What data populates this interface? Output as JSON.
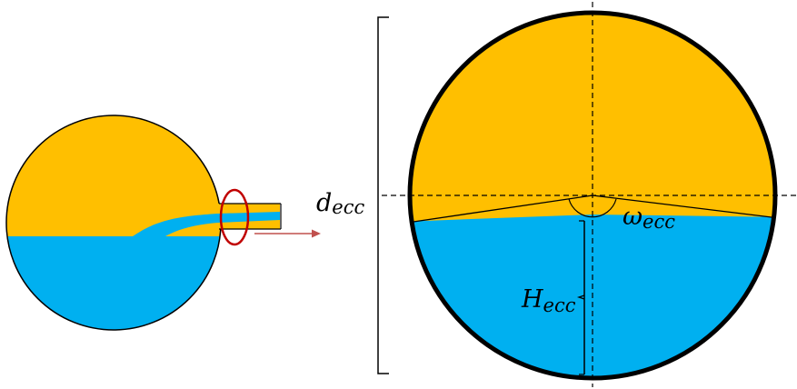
{
  "colors": {
    "gas": "#FFBF00",
    "liquid": "#00B0F0",
    "outline": "#000000",
    "highlight": "#C00000",
    "arrow": "#C0504D"
  },
  "labels": {
    "diameter": {
      "symbol": "d",
      "subscript": "ecc"
    },
    "angle": {
      "symbol": "ω",
      "subscript": "ecc"
    },
    "height": {
      "symbol": "H",
      "subscript": "ecc"
    }
  }
}
